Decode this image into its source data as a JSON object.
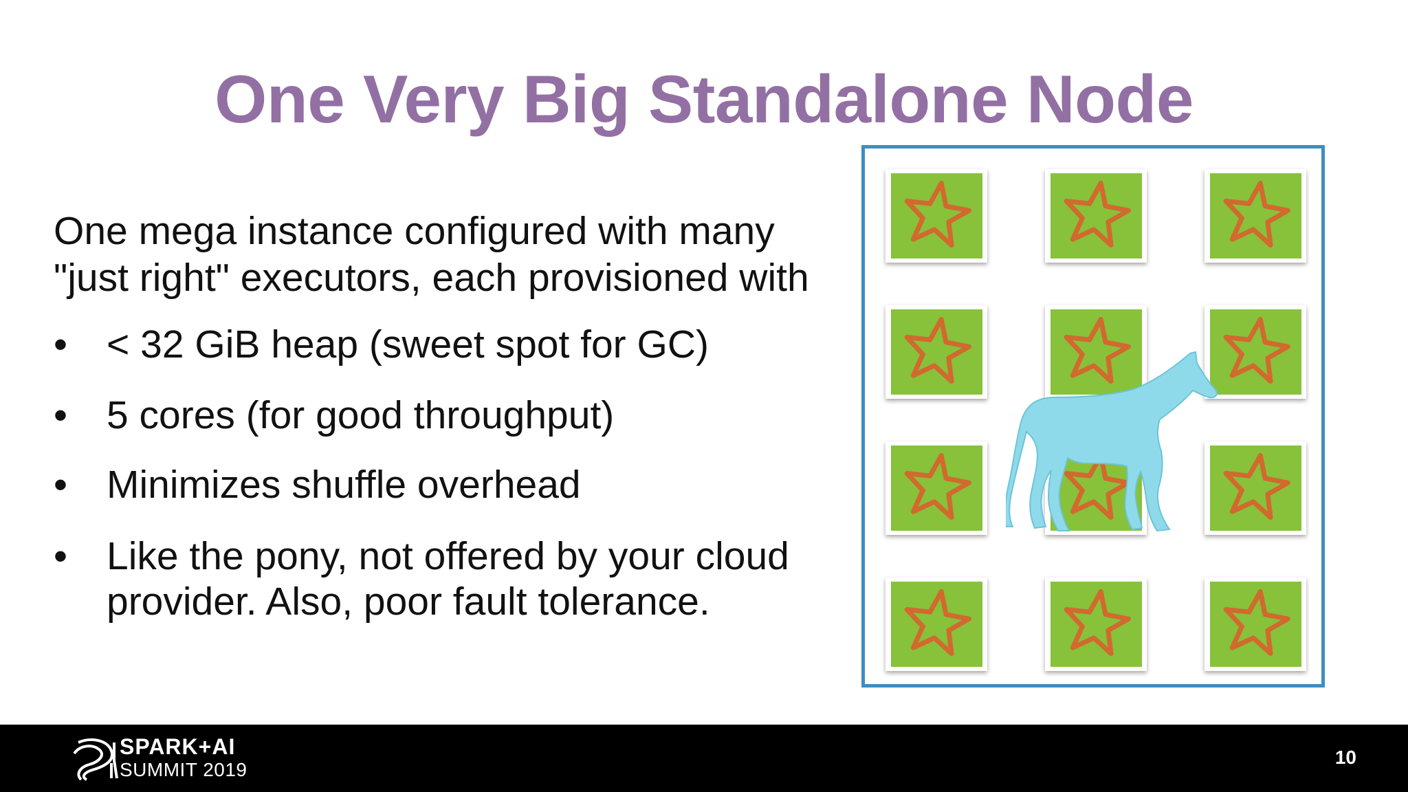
{
  "slide": {
    "title": "One Very Big Standalone Node",
    "intro_line1": "One mega instance configured with many",
    "intro_line2": "\"just right\" executors, each provisioned with",
    "bullet_symbol": "•",
    "bullets": [
      "< 32 GiB heap (sweet spot for GC)",
      "5 cores (for good throughput)",
      "Minimizes shuffle overhead",
      "Like the pony, not offered by your cloud provider.  Also, poor fault tolerance."
    ]
  },
  "diagram": {
    "executor_grid": {
      "rows": 4,
      "columns": 3
    },
    "executor_icon": "star-icon",
    "overlay_icon": "pony-icon",
    "colors": {
      "border": "#3f8dc0",
      "tile": "#87c23a",
      "star": "#d2692e",
      "pony": "#8fdaea"
    }
  },
  "footer": {
    "logo_line1": "SPARK+AI",
    "logo_line2": "SUMMIT 2019",
    "page_number": "10",
    "background": "#000000"
  }
}
